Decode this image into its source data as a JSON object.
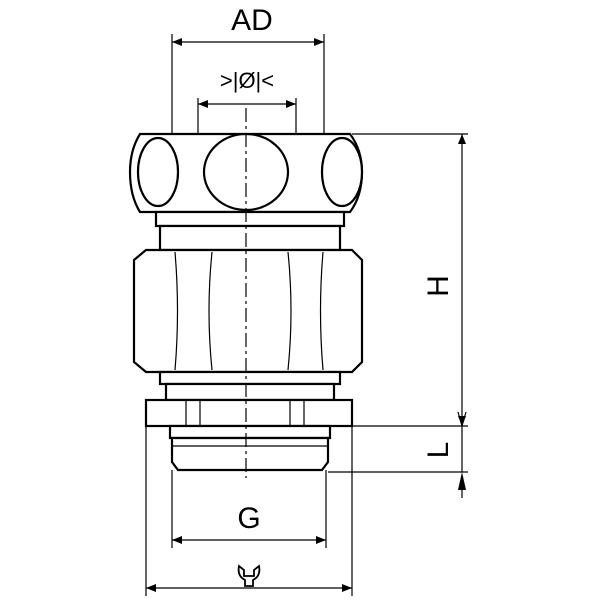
{
  "drawing": {
    "labels": {
      "outer_diameter": "AD",
      "clamping_range": ">|Ø|<",
      "height": "H",
      "thread_length": "L",
      "thread": "G"
    },
    "icons": {
      "wrench_size": "wrench-icon"
    }
  }
}
